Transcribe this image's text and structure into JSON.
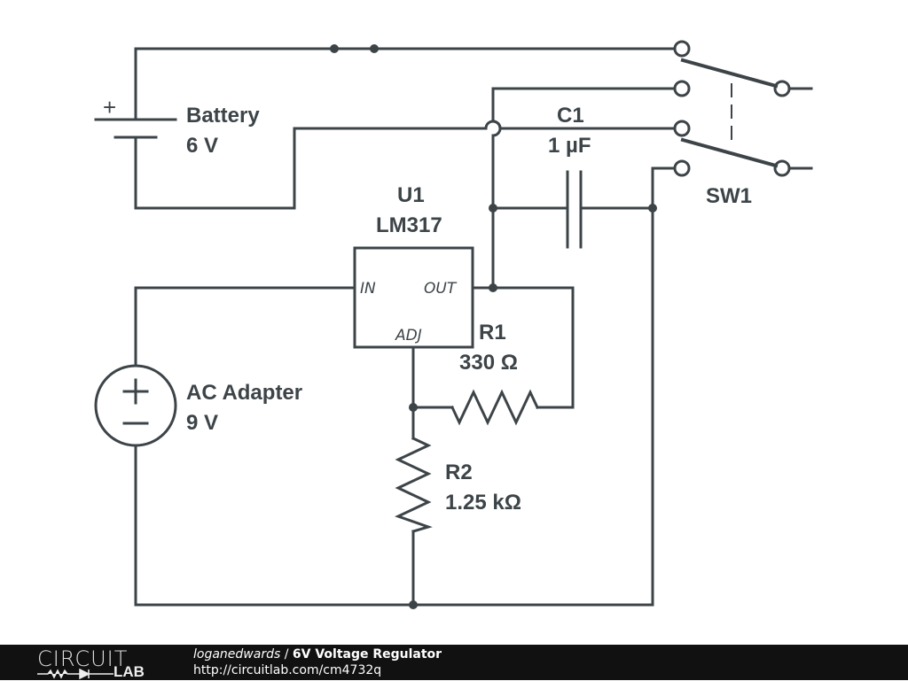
{
  "schematic": {
    "battery": {
      "name": "Battery",
      "value": "6 V",
      "plus": "+"
    },
    "ac_adapter": {
      "name": "AC Adapter",
      "value": "9 V",
      "plus": "+",
      "minus": "−"
    },
    "u1": {
      "name": "U1",
      "part": "LM317",
      "pin_in": "IN",
      "pin_out": "OUT",
      "pin_adj": "ADJ"
    },
    "c1": {
      "name": "C1",
      "value": "1 µF"
    },
    "r1": {
      "name": "R1",
      "value": "330 Ω"
    },
    "r2": {
      "name": "R2",
      "value": "1.25 kΩ"
    },
    "sw1": {
      "name": "SW1"
    },
    "wire_color": "#3d4448"
  },
  "footer": {
    "logo_top": "CIRCUIT",
    "logo_bottom": "LAB",
    "user": "loganedwards",
    "separator": "/",
    "title": "6V Voltage Regulator",
    "url": "http://circuitlab.com/cm4732q"
  }
}
